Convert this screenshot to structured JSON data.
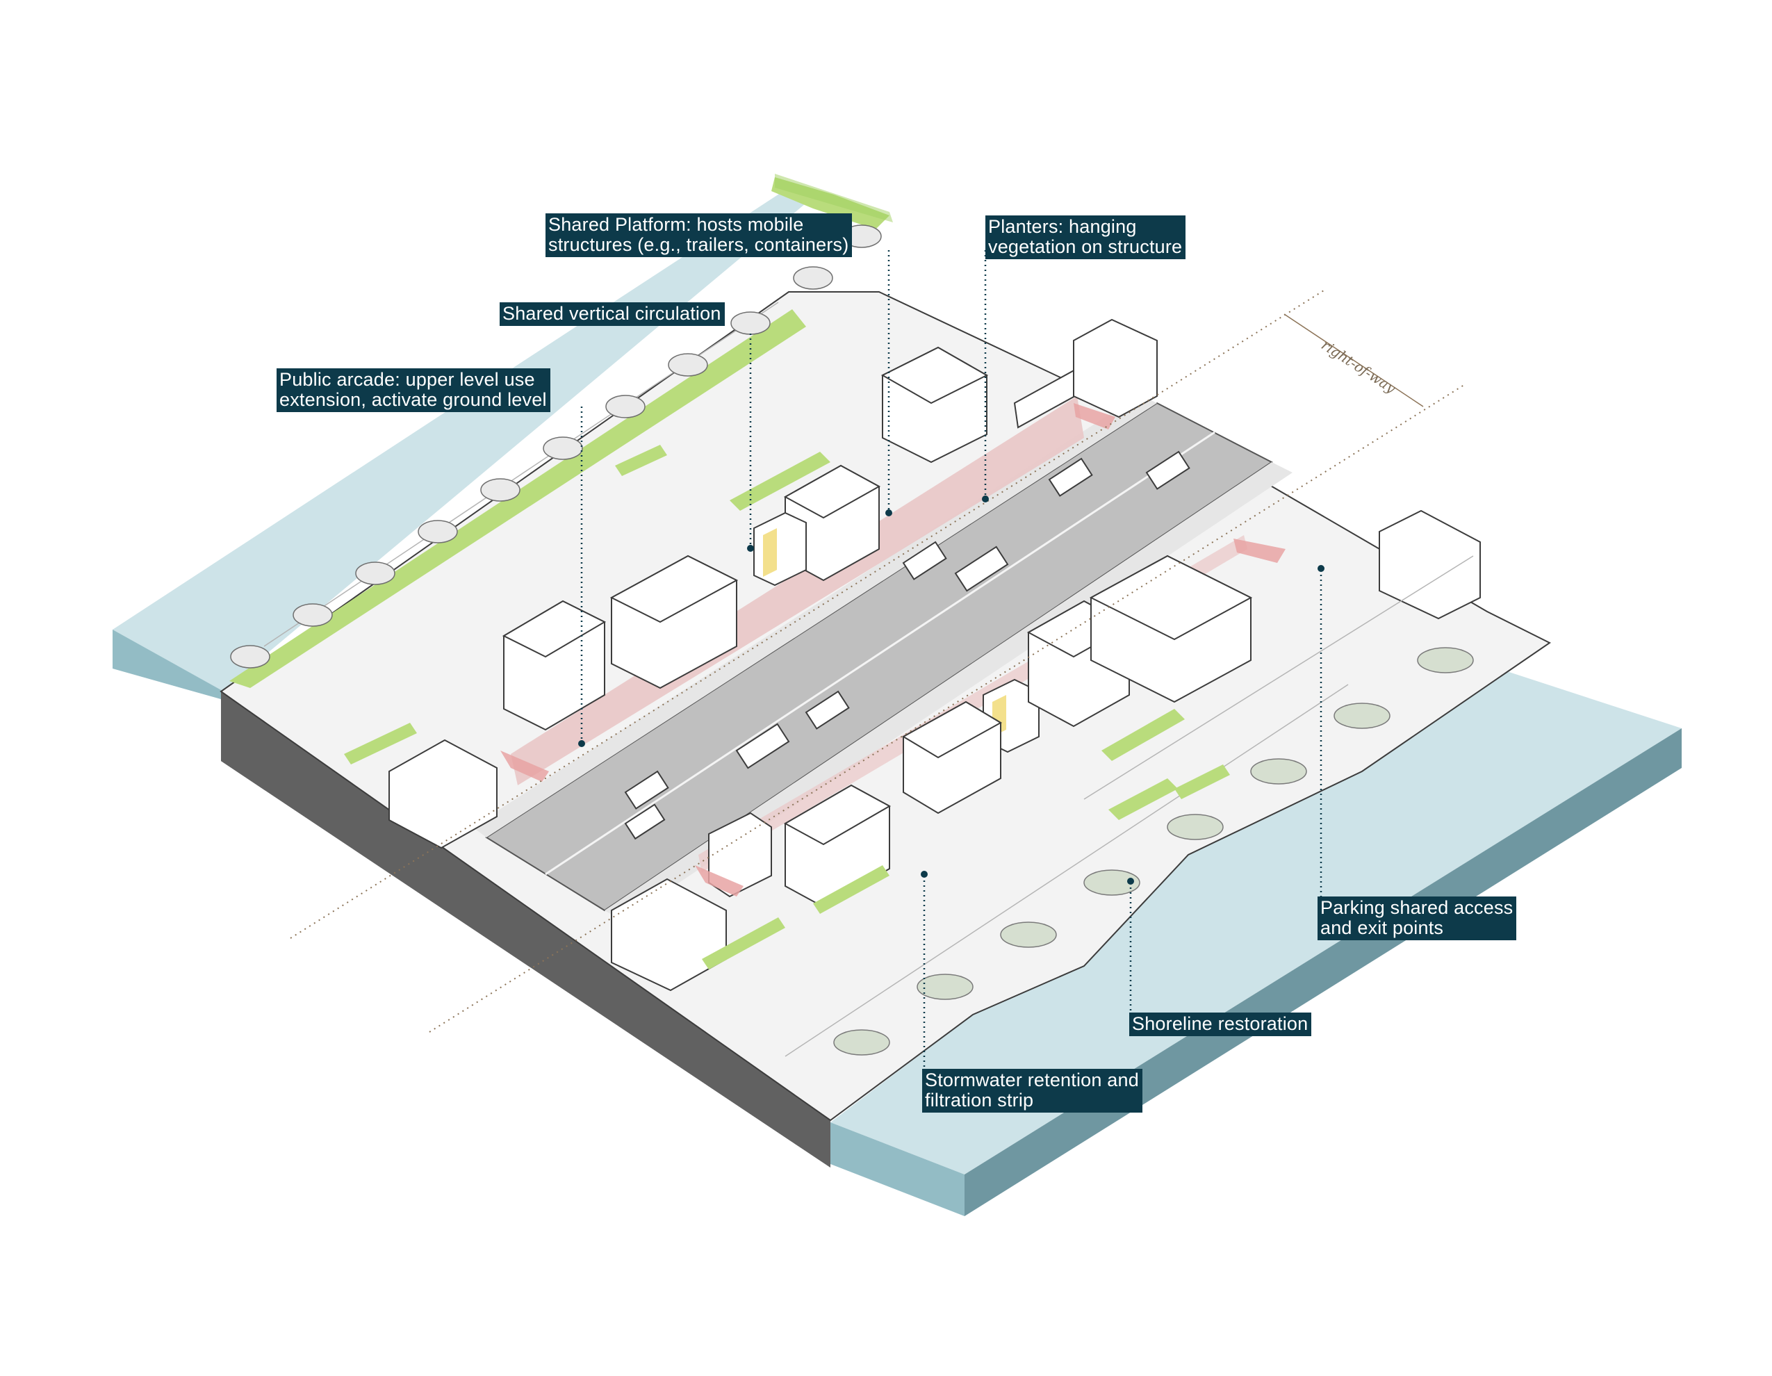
{
  "callouts": {
    "shared_platform": "Shared Platform: hosts mobile\nstructures (e.g., trailers, containers)",
    "planters": "Planters: hanging\nvegetation on structure",
    "vertical_circulation": "Shared vertical circulation",
    "public_arcade": "Public arcade: upper level use\nextension, activate ground level",
    "parking": "Parking shared access\nand exit points",
    "shoreline": "Shoreline restoration",
    "stormwater": "Stormwater retention and\nfiltration strip"
  },
  "annotations": {
    "right_of_way": "right-of-way"
  },
  "colors": {
    "callout_bg": "#0d3a4a",
    "water_top": "#cde3e8",
    "water_side": "#8fb7c0",
    "ground": "#f2f2f2",
    "road": "#bdbdbd",
    "section_cut": "#5d5d5d",
    "planting": "#b9dc7c",
    "arcade_floor": "#e9c6c6",
    "arrow": "#e8a3a3",
    "circulation_core": "#f3e08c"
  }
}
